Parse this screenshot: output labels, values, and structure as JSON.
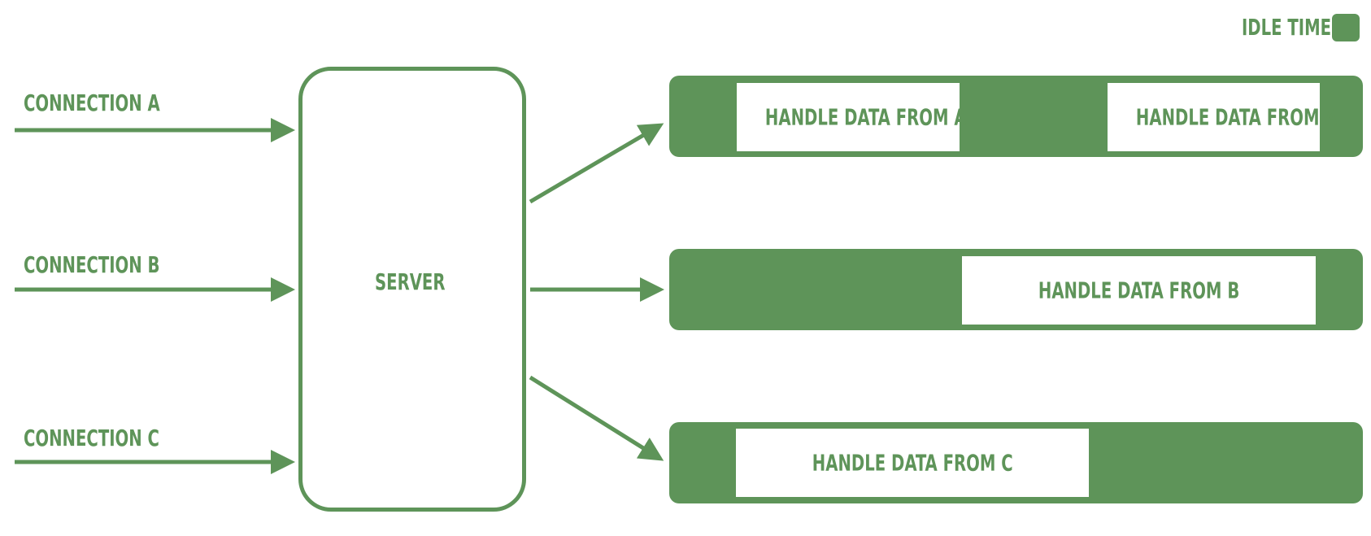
{
  "legend": {
    "label": "IDLE TIME"
  },
  "connections": [
    {
      "label": "CONNECTION A"
    },
    {
      "label": "CONNECTION B"
    },
    {
      "label": "CONNECTION C"
    }
  ],
  "server": {
    "label": "SERVER"
  },
  "timelines": [
    {
      "blocks": [
        {
          "label": "HANDLE DATA FROM A"
        },
        {
          "label": "HANDLE DATA FROM A"
        }
      ]
    },
    {
      "blocks": [
        {
          "label": "HANDLE DATA FROM B"
        }
      ]
    },
    {
      "blocks": [
        {
          "label": "HANDLE DATA FROM C"
        }
      ]
    }
  ],
  "colors": {
    "accent": "#5e9459",
    "background": "#ffffff"
  }
}
